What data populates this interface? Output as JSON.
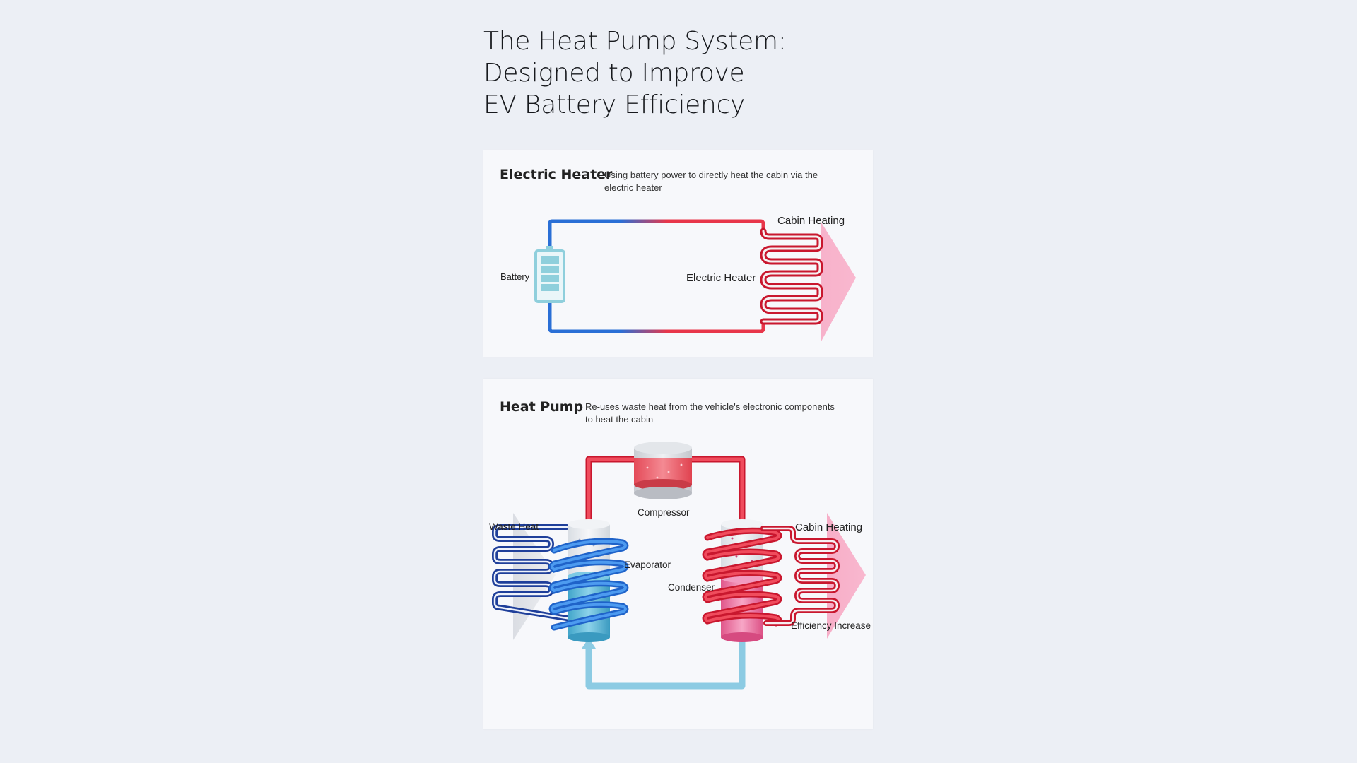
{
  "title": {
    "line1": "The Heat Pump System:",
    "line2": "Designed to Improve",
    "line3": "EV Battery Efficiency"
  },
  "electric_heater_panel": {
    "heading": "Electric Heater",
    "description_line1": "Using battery power to directly heat the cabin via the",
    "description_line2": "electric heater",
    "battery_label": "Battery",
    "heater_label": "Electric Heater",
    "cabin_label": "Cabin Heating"
  },
  "heat_pump_panel": {
    "heading": "Heat Pump",
    "description_line1": "Re-uses waste heat from the vehicle's electronic components",
    "description_line2": "to heat the cabin",
    "compressor_label": "Compressor",
    "waste_heat_label": "Waste Heat",
    "evaporator_label": "Evaporator",
    "condenser_label": "Condenser",
    "cabin_label": "Cabin Heating",
    "efficiency_label": "Efficiency Increase"
  },
  "colors": {
    "hot": "#e8364a",
    "cold": "#2a6fd6",
    "cool_light": "#8ccbe3",
    "arrow_pink": "#f7a6c2",
    "battery": "#8fcfdc"
  }
}
